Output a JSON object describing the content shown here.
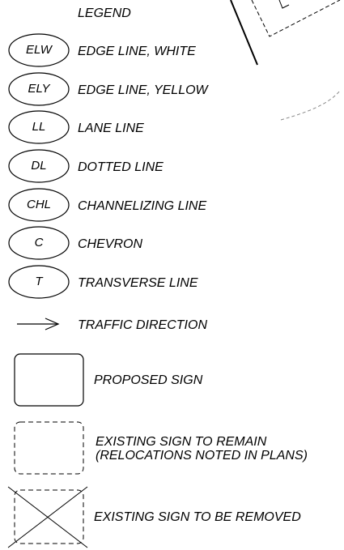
{
  "legend_title": "LEGEND",
  "line_codes": [
    {
      "code": "ELW",
      "label": "EDGE LINE, WHITE"
    },
    {
      "code": "ELY",
      "label": "EDGE LINE, YELLOW"
    },
    {
      "code": "LL",
      "label": "LANE LINE"
    },
    {
      "code": "DL",
      "label": "DOTTED LINE"
    },
    {
      "code": "CHL",
      "label": "CHANNELIZING LINE"
    },
    {
      "code": "C",
      "label": "CHEVRON"
    },
    {
      "code": "T",
      "label": "TRANSVERSE LINE"
    }
  ],
  "traffic_direction_label": "TRAFFIC DIRECTION",
  "sign_symbols": [
    {
      "kind": "proposed",
      "label": "PROPOSED SIGN"
    },
    {
      "kind": "existing-remain",
      "label_line1": "EXISTING SIGN TO REMAIN",
      "label_line2": "(RELOCATIONS NOTED IN PLANS)"
    },
    {
      "kind": "existing-removed",
      "label": "EXISTING SIGN TO BE REMOVED"
    }
  ]
}
